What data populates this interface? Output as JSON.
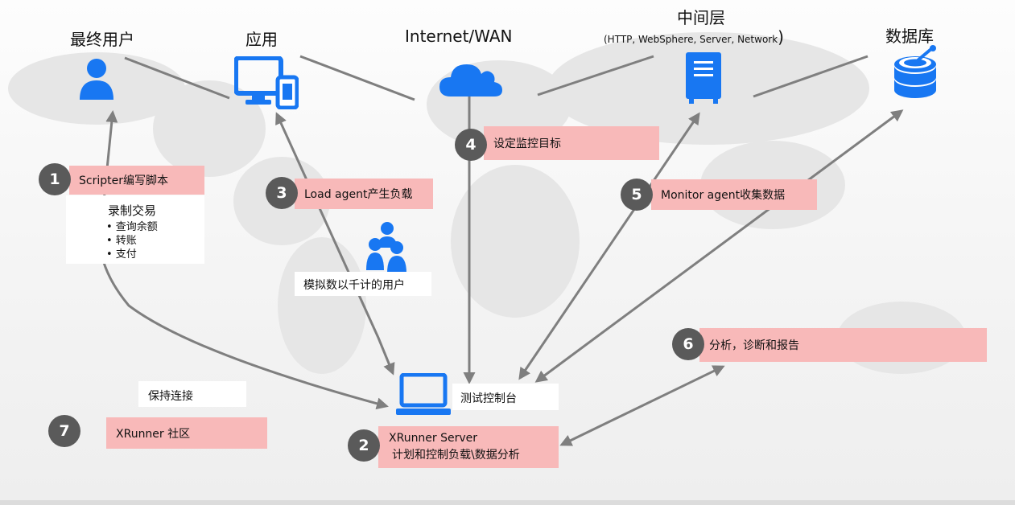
{
  "nodes": {
    "end_user": "最终用户",
    "app": "应用",
    "internet": "Internet/WAN",
    "middle_tier": "中间层",
    "middle_tier_detail": "(HTTP, WebSphere, Server, Network",
    "middle_tier_paren": ")",
    "database": "数据库"
  },
  "steps": [
    {
      "number": "1",
      "label": "Scripter编写脚本"
    },
    {
      "number": "2",
      "label": "XRunner Server",
      "sublabel": "计划和控制负载\\数据分析"
    },
    {
      "number": "3",
      "label": "Load agent产生负载"
    },
    {
      "number": "4",
      "label": "设定监控目标"
    },
    {
      "number": "5",
      "label": "Monitor agent收集数据"
    },
    {
      "number": "6",
      "label": "分析，诊断和报告"
    },
    {
      "number": "7",
      "label": "XRunner 社区"
    }
  ],
  "record_box": {
    "title": "录制交易",
    "items": [
      "• 查询余额",
      "• 转账",
      "• 支付"
    ]
  },
  "simulate_label": "模拟数以千计的用户",
  "console_label": "测试控制台",
  "keep_connected": "保持连接",
  "colors": {
    "accent_blue": "#1877f2",
    "step_box": "#f8b9b9",
    "badge": "#5a5a5a",
    "arrow": "#7f7f7f"
  }
}
